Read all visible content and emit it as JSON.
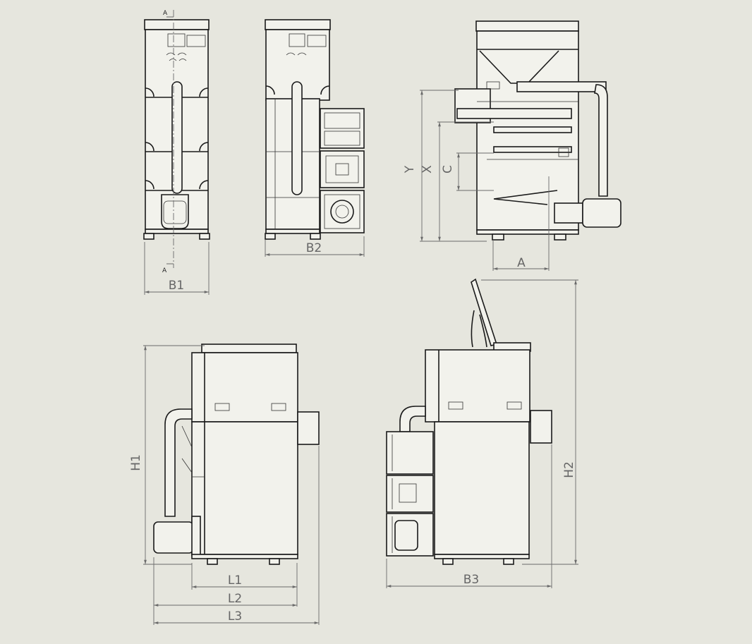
{
  "colors": {
    "background": "#e6e6de",
    "line": "#1a1a1a",
    "dimension": "#6a6a6a"
  },
  "section_marks": [
    "A",
    "A"
  ],
  "dimensions": {
    "B1": "B1",
    "B2": "B2",
    "A": "A",
    "Y": "Y",
    "X": "X",
    "C": "C",
    "H1": "H1",
    "H2": "H2",
    "L1": "L1",
    "L2": "L2",
    "L3": "L3",
    "B3": "B3"
  }
}
